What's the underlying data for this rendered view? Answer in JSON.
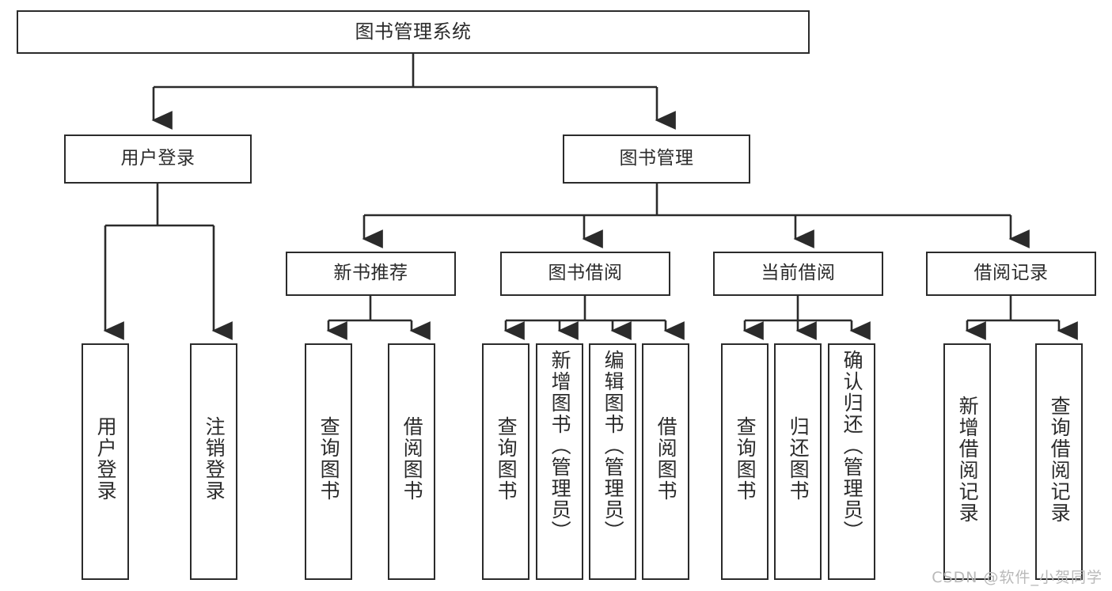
{
  "diagram": {
    "title": "图书管理系统",
    "type": "tree-hierarchy",
    "watermark": "CSDN @软件_小贺同学",
    "colors": {
      "stroke": "#2b2b2b",
      "fill": "#ffffff",
      "text": "#2b2b2b",
      "watermark": "#b9b9b9"
    },
    "nodes": {
      "root": {
        "label": "图书管理系统"
      },
      "level1": [
        {
          "id": "user-login",
          "label": "用户登录"
        },
        {
          "id": "book-manage",
          "label": "图书管理"
        }
      ],
      "level2": [
        {
          "id": "new-book-recommend",
          "label": "新书推荐"
        },
        {
          "id": "book-borrow",
          "label": "图书借阅"
        },
        {
          "id": "current-borrow",
          "label": "当前借阅"
        },
        {
          "id": "borrow-record",
          "label": "借阅记录"
        }
      ],
      "leaves": {
        "user-login": [
          {
            "id": "leaf-user-login",
            "label": "用户登录"
          },
          {
            "id": "leaf-user-logout",
            "label": "注销登录"
          }
        ],
        "new-book-recommend": [
          {
            "id": "leaf-query-book-1",
            "label": "查询图书"
          },
          {
            "id": "leaf-borrow-book-1",
            "label": "借阅图书"
          }
        ],
        "book-borrow": [
          {
            "id": "leaf-query-book-2",
            "label": "查询图书"
          },
          {
            "id": "leaf-add-book",
            "label": "新增图书（管理员）"
          },
          {
            "id": "leaf-edit-book",
            "label": "编辑图书（管理员）"
          },
          {
            "id": "leaf-borrow-book-2",
            "label": "借阅图书"
          }
        ],
        "current-borrow": [
          {
            "id": "leaf-query-book-3",
            "label": "查询图书"
          },
          {
            "id": "leaf-return-book",
            "label": "归还图书"
          },
          {
            "id": "leaf-confirm-return",
            "label": "确认归还（管理员）"
          }
        ],
        "borrow-record": [
          {
            "id": "leaf-add-record",
            "label": "新增借阅记录"
          },
          {
            "id": "leaf-query-record",
            "label": "查询借阅记录"
          }
        ]
      }
    }
  }
}
